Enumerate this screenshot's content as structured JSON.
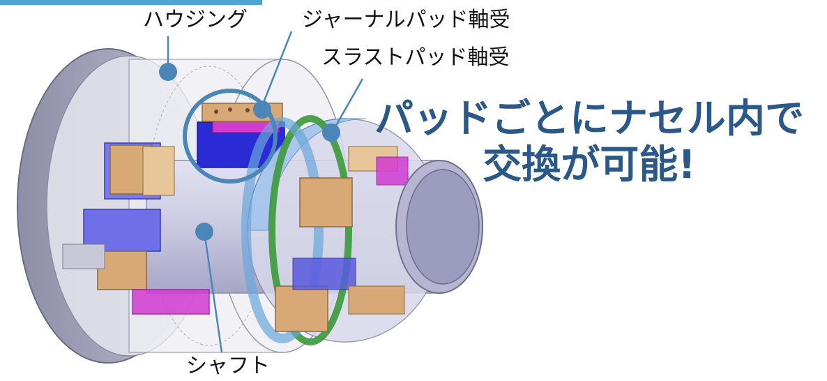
{
  "labels": {
    "housing": "ハウジング",
    "journal": "ジャーナルパッド軸受",
    "thrust": "スラストパッド軸受",
    "shaft": "シャフト"
  },
  "headline": {
    "line1": "パッドごとにナセル内で",
    "line2": "交換が可能!"
  },
  "colors": {
    "accent": "#4aa8cf",
    "leader": "#4a86b8",
    "headline": "#2a5888",
    "pad_copper": "#d9a877",
    "shaft": "#c8c8e6",
    "blue_part": "#2b2bd6",
    "magenta_part": "#d23bd2",
    "green_ring": "#3a9a3a"
  }
}
